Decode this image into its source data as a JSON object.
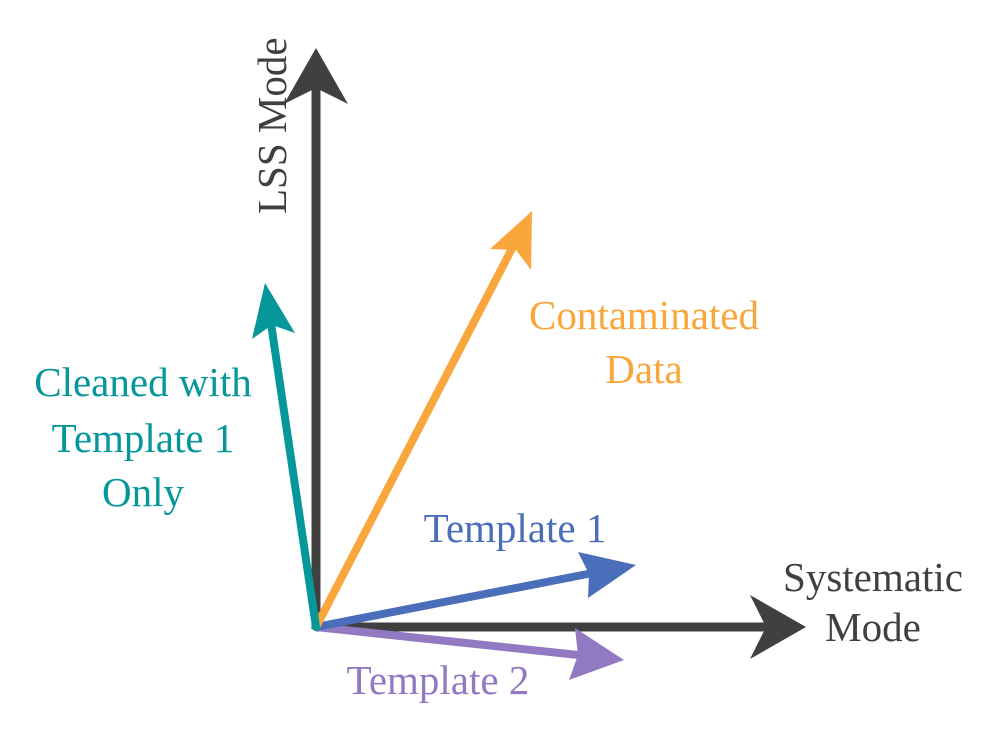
{
  "colors": {
    "axis": "#404040",
    "contaminated": "#F9A63C",
    "cleaned": "#05979A",
    "template1": "#4A6EB9",
    "template2": "#917AC2"
  },
  "axes": {
    "vertical_label": "LSS Mode",
    "horizontal_label_line1": "Systematic",
    "horizontal_label_line2": "Mode"
  },
  "vectors": {
    "contaminated": {
      "label_line1": "Contaminated",
      "label_line2": "Data"
    },
    "cleaned": {
      "label_line1": "Cleaned with",
      "label_line2": "Template 1",
      "label_line3": "Only"
    },
    "template1": {
      "label": "Template 1"
    },
    "template2": {
      "label": "Template 2"
    }
  }
}
